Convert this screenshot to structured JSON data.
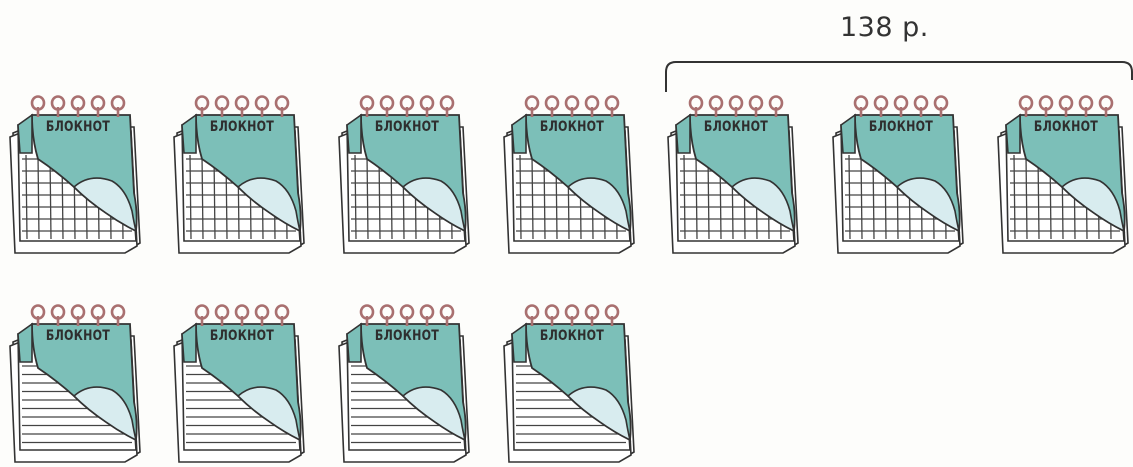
{
  "price": {
    "label": "138 р."
  },
  "notebooks": {
    "cover_color": "#7cbfb8",
    "page_curl_color": "#d8ecef",
    "ring_color": "#a97070",
    "label": "БЛОКНОТ",
    "row1": [
      {
        "label": "БЛОКНОТ",
        "pattern": "grid"
      },
      {
        "label": "БЛОКНОТ",
        "pattern": "grid"
      },
      {
        "label": "БЛОКНОТ",
        "pattern": "grid"
      },
      {
        "label": "БЛОКНОТ",
        "pattern": "grid"
      },
      {
        "label": "БЛОКНОТ",
        "pattern": "grid"
      },
      {
        "label": "БЛОКНОТ",
        "pattern": "grid"
      },
      {
        "label": "БЛОКНОТ",
        "pattern": "grid"
      }
    ],
    "row2": [
      {
        "label": "БЛОКНОТ",
        "pattern": "lined"
      },
      {
        "label": "БЛОКНОТ",
        "pattern": "lined"
      },
      {
        "label": "БЛОКНОТ",
        "pattern": "lined"
      },
      {
        "label": "БЛОКНОТ",
        "pattern": "lined"
      }
    ]
  }
}
